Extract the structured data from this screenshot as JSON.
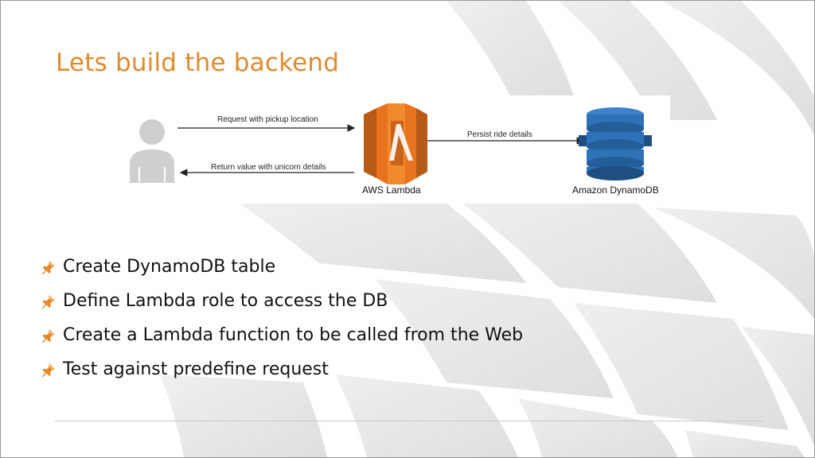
{
  "slide": {
    "title": "Lets build the backend"
  },
  "diagram": {
    "nodes": {
      "user": {
        "icon": "user-icon"
      },
      "lambda": {
        "label": "AWS Lambda",
        "icon": "aws-lambda-icon",
        "color": "#E8731F"
      },
      "dynamodb": {
        "label": "Amazon DynamoDB",
        "icon": "dynamodb-icon",
        "color": "#2E73B8"
      }
    },
    "edges": [
      {
        "from": "user",
        "to": "lambda",
        "label": "Request with pickup location"
      },
      {
        "from": "lambda",
        "to": "user",
        "label": "Return value with unicorn details"
      },
      {
        "from": "lambda",
        "to": "dynamodb",
        "label": "Persist ride details"
      }
    ]
  },
  "bullets": [
    {
      "text": "Create DynamoDB table",
      "icon": "pushpin-icon"
    },
    {
      "text": "Define Lambda role to access the DB",
      "icon": "pushpin-icon"
    },
    {
      "text": "Create a Lambda function to be called from the Web",
      "icon": "pushpin-icon"
    },
    {
      "text": "Test against predefine request",
      "icon": "pushpin-icon"
    }
  ],
  "colors": {
    "accent": "#E28A2B",
    "text": "#111111"
  }
}
